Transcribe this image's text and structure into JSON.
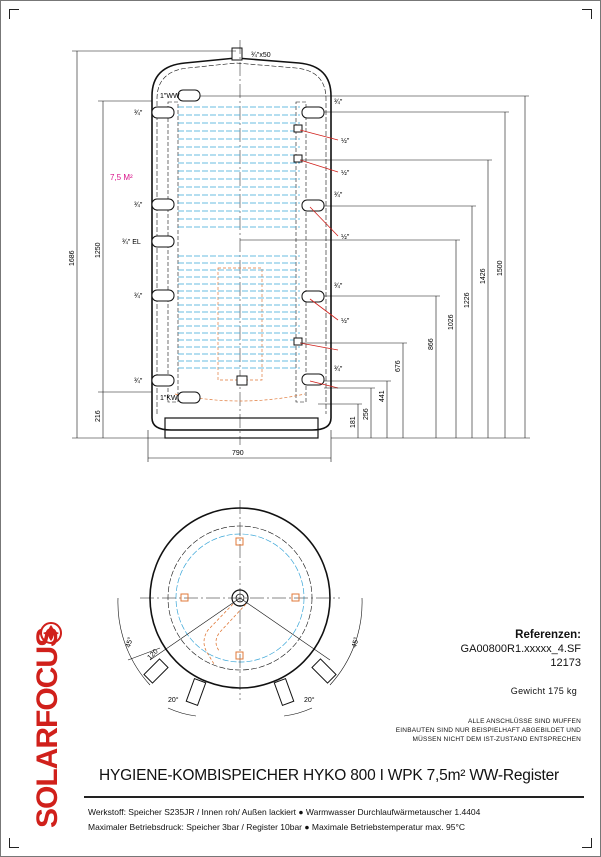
{
  "brand": {
    "name": "SOLARFOCUS",
    "color": "#d0201b"
  },
  "colors": {
    "coil": "#3aa6d8",
    "coil_dash": "#e07a3a",
    "line": "#111111",
    "dimension": "#111111",
    "area_label": "#d9138a"
  },
  "icons": [
    "fleur-icon"
  ],
  "front_view": {
    "top_nozzle": "¾\"x50",
    "area_label": "7,5 M²",
    "left_connections": [
      "1\"WW",
      "¾\"",
      "¾\"",
      "¾\" EL",
      "¾\"",
      "¾\"",
      "1\"KW"
    ],
    "right_connections": [
      "¾\"",
      "½\"",
      "½\"",
      "¾\"",
      "½\"",
      "¾\"",
      "½\"",
      "¾\""
    ],
    "left_dims": [
      "1686",
      "1250",
      "216"
    ],
    "bottom_dim": "790",
    "right_dims": [
      "181",
      "256",
      "441",
      "676",
      "866",
      "1026",
      "1226",
      "1426",
      "1500"
    ]
  },
  "top_view": {
    "angles": [
      "45°",
      "45°",
      "20°",
      "20°"
    ],
    "dim": "120"
  },
  "reference": {
    "title": "Referenzen:",
    "code": "GA00800R1.xxxxx_4.SF",
    "number": "12173"
  },
  "weight": "Gewicht 175 kg",
  "notes": [
    "Alle Anschlüsse sind Muffen",
    "Einbauten sind nur beispielhaft abgebildet und",
    "müssen nicht dem IST-Zustand entsprechen"
  ],
  "title": "HYGIENE-KOMBISPEICHER HYKO 800 I WPK 7,5m² WW-Register",
  "spec_line_1": "Werkstoff:  Speicher S235JR / Innen roh/ Außen lackiert ●  Warmwasser Durchlaufwärmetauscher 1.4404",
  "spec_line_2": "Maximaler Betriebsdruck: Speicher 3bar / Register 10bar ●   Maximale Betriebstemperatur max. 95°C"
}
